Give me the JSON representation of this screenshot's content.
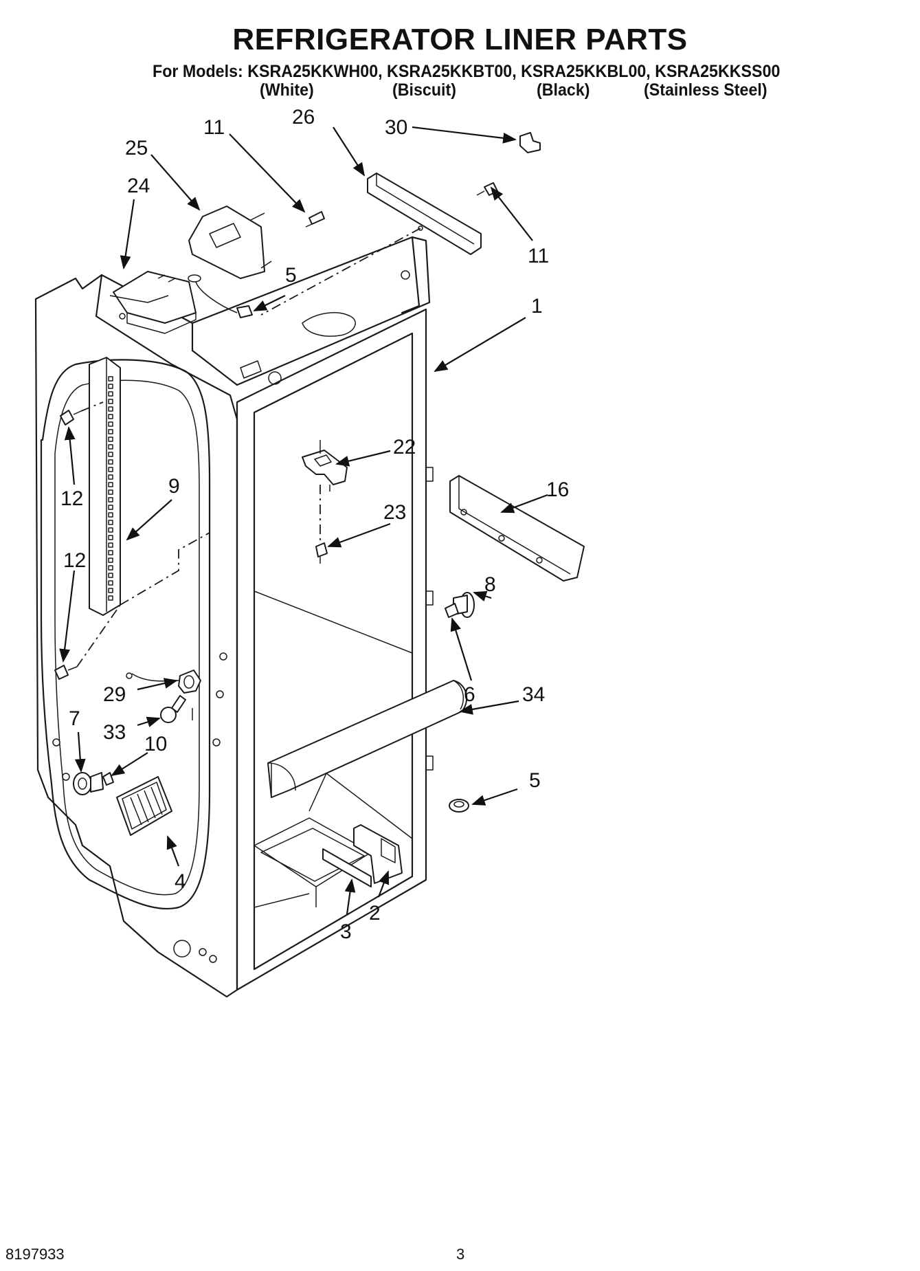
{
  "header": {
    "title": "REFRIGERATOR LINER PARTS",
    "models_line": "For Models: KSRA25KKWH00, KSRA25KKBT00, KSRA25KKBL00, KSRA25KKSS00",
    "colors": [
      "(White)",
      "(Biscuit)",
      "(Black)",
      "(Stainless Steel)"
    ]
  },
  "callouts": {
    "c11a": "11",
    "c26": "26",
    "c30": "30",
    "c25": "25",
    "c24": "24",
    "c11b": "11",
    "c5a": "5",
    "c1": "1",
    "c22": "22",
    "c16": "16",
    "c9": "9",
    "c12a": "12",
    "c23": "23",
    "c12b": "12",
    "c8": "8",
    "c6": "6",
    "c34": "34",
    "c29": "29",
    "c7": "7",
    "c33": "33",
    "c10": "10",
    "c5b": "5",
    "c4": "4",
    "c3": "3",
    "c2": "2"
  },
  "footer": {
    "doc_number": "8197933",
    "page_number": "3"
  }
}
